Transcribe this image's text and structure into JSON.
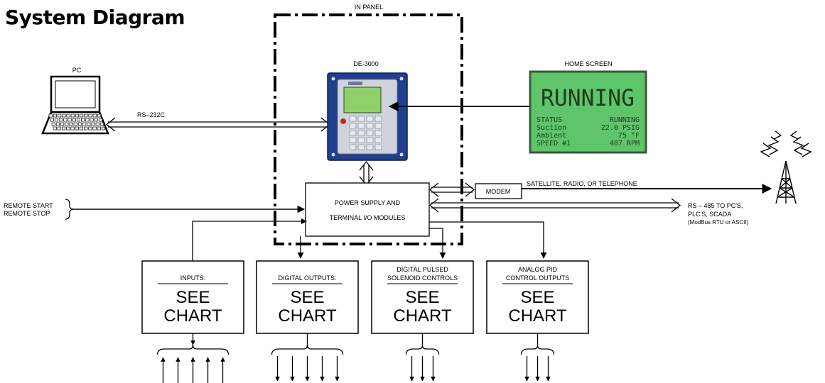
{
  "title": "System Diagram",
  "labels": {
    "in_panel": "IN PANEL",
    "pc": "PC",
    "rs232": "RS–232C",
    "device": "DE-3000",
    "home_screen": "HOME SCREEN",
    "modem": "MODEM",
    "comm": "SATELLITE, RADIO, OR TELEPHONE",
    "rs485_line1": "RS – 485 TO PC'S,",
    "rs485_line2": "PLC'S, SCADA",
    "rs485_line3": "(ModBus RTU or ASCII)",
    "remote_start": "REMOTE START",
    "remote_stop": "REMOTE STOP",
    "power_line1": "POWER SUPPLY AND",
    "power_line2": "TERMINAL I/O MODULES"
  },
  "lcd": {
    "headline": "RUNNING",
    "rows": [
      [
        "STATUS",
        "RUNNING"
      ],
      [
        "Suction",
        "22.0 PSIG"
      ],
      [
        "Ambient",
        "75 °F"
      ],
      [
        "SPEED #1",
        "487 RPM"
      ]
    ]
  },
  "boxes": [
    {
      "title": "INPUTS:",
      "title2": "",
      "see": "SEE",
      "chart": "CHART",
      "arrows": 5,
      "direction": "up"
    },
    {
      "title": "DIGITAL OUTPUTS:",
      "title2": "",
      "see": "SEE",
      "chart": "CHART",
      "arrows": 5,
      "direction": "down"
    },
    {
      "title": "DIGITAL PULSED",
      "title2": "SOLENOID CONTROLS",
      "see": "SEE",
      "chart": "CHART",
      "arrows": 3,
      "direction": "down"
    },
    {
      "title": "ANALOG PID",
      "title2": "CONTROL OUTPUTS",
      "see": "SEE",
      "chart": "CHART",
      "arrows": 3,
      "direction": "down"
    }
  ]
}
